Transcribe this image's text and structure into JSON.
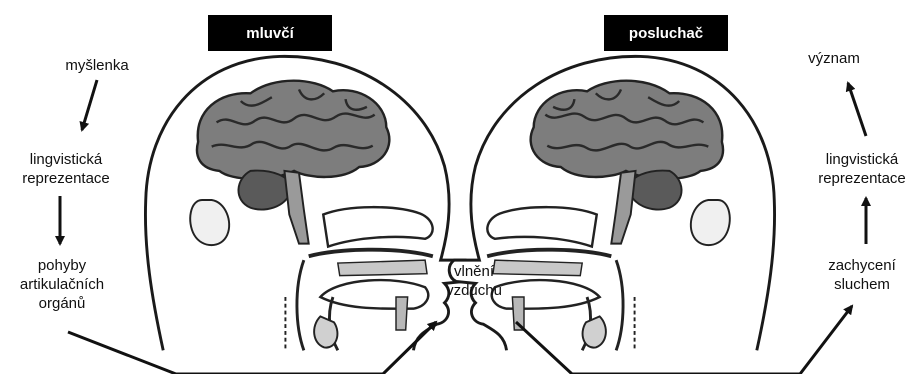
{
  "speaker": {
    "title": "mluvčí",
    "steps": [
      "myšlenka",
      "lingvistická reprezentace",
      "pohyby artikulačních orgánů"
    ]
  },
  "medium": {
    "label": "vlnění vzduchu"
  },
  "listener": {
    "title": "posluchač",
    "steps": [
      "zachycení sluchem",
      "lingvistická reprezentace",
      "význam"
    ]
  },
  "colors": {
    "tag_bg": "#000000",
    "brain": "#7d7d7d",
    "head_outline": "#1a1a1a"
  }
}
